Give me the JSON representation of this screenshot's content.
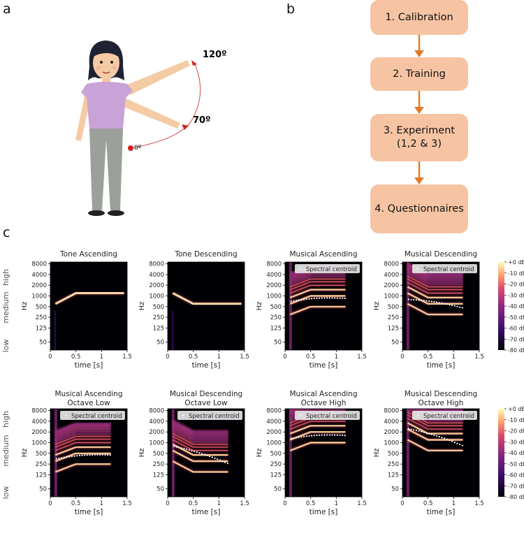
{
  "labels": {
    "a": "a",
    "b": "b",
    "c": "c"
  },
  "angles": {
    "top": "120º",
    "mid": "70º",
    "zero": "0º"
  },
  "flow": {
    "steps": [
      {
        "line1": "1. Calibration",
        "line2": ""
      },
      {
        "line1": "2. Training",
        "line2": ""
      },
      {
        "line1": "3. Experiment",
        "line2": "(1,2 & 3)"
      },
      {
        "line1": "4. Questionnaires",
        "line2": ""
      }
    ],
    "box_color": "#f6c4a3",
    "arrow_color": "#e07a2a"
  },
  "spectrograms": {
    "row_labels": {
      "high": "high",
      "medium": "medium",
      "low": "low"
    },
    "ylabel": "Hz",
    "xlabel": "time [s]",
    "yticks": [
      "8000",
      "4000",
      "2000",
      "1000",
      "500",
      "250",
      "125",
      "50"
    ],
    "xticks": [
      "0",
      "0.5",
      "1",
      "1.5"
    ],
    "legend_label": "Spectral centroid",
    "colorbar_ticks": [
      "+0 dB",
      "-10 dB",
      "-20 dB",
      "-30 dB",
      "-40 dB",
      "-50 dB",
      "-60 dB",
      "-70 dB",
      "-80 dB"
    ],
    "panels": [
      {
        "title1": "Tone Ascending",
        "title2": "",
        "kind": "tone",
        "start_hz": 600,
        "end_hz": 1200,
        "legend": false
      },
      {
        "title1": "Tone Descending",
        "title2": "",
        "kind": "tone",
        "start_hz": 1200,
        "end_hz": 600,
        "legend": false
      },
      {
        "title1": "Musical Ascending",
        "title2": "",
        "kind": "music",
        "start_hz": 300,
        "end_hz": 500,
        "legend": true,
        "centroid_start": 700,
        "centroid_end": 850
      },
      {
        "title1": "Musical Descending",
        "title2": "",
        "kind": "music",
        "start_hz": 600,
        "end_hz": 300,
        "legend": true,
        "centroid_start": 800,
        "centroid_end": 450
      },
      {
        "title1": "Musical Ascending",
        "title2": "Octave Low",
        "kind": "music",
        "start_hz": 150,
        "end_hz": 250,
        "legend": true,
        "centroid_start": 350,
        "centroid_end": 450
      },
      {
        "title1": "Musical Descending",
        "title2": "Octave Low",
        "kind": "music",
        "start_hz": 300,
        "end_hz": 150,
        "legend": true,
        "centroid_start": 800,
        "centroid_end": 250
      },
      {
        "title1": "Musical Ascending",
        "title2": "Octave High",
        "kind": "music",
        "start_hz": 600,
        "end_hz": 1000,
        "legend": true,
        "centroid_start": 1300,
        "centroid_end": 1600
      },
      {
        "title1": "Musical Descending",
        "title2": "Octave High",
        "kind": "music",
        "start_hz": 1200,
        "end_hz": 600,
        "legend": true,
        "centroid_start": 2500,
        "centroid_end": 800
      }
    ]
  }
}
